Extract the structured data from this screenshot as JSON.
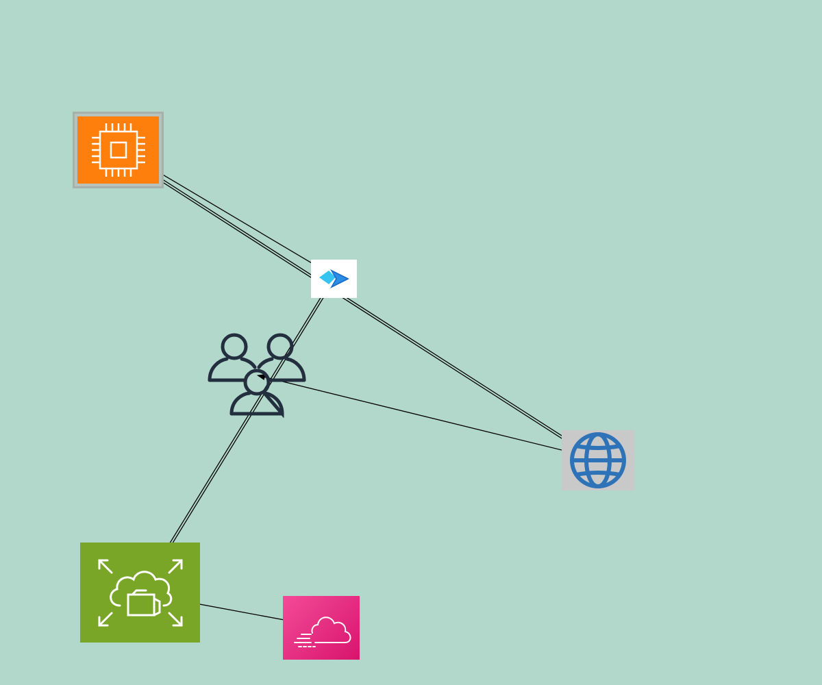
{
  "diagram": {
    "background": "#b1d8ca",
    "edge_color": "#000000",
    "nodes": [
      {
        "id": "ec2",
        "icon": "ec2-compute-chip-icon",
        "color": "#ff7f0c"
      },
      {
        "id": "pipeline",
        "icon": "pipeline-chevron-icon",
        "color": "#1b6cc9"
      },
      {
        "id": "users",
        "icon": "users-group-icon",
        "color": "#232f3e"
      },
      {
        "id": "internet",
        "icon": "globe-icon",
        "color": "#2e73b8"
      },
      {
        "id": "autoscaling",
        "icon": "auto-scaling-cloud-icon",
        "color": "#7aa628"
      },
      {
        "id": "cloudfront",
        "icon": "cloudfront-cloud-icon",
        "color": "#e7157b"
      }
    ],
    "edges": [
      {
        "from": "pipeline",
        "to": "ec2"
      },
      {
        "from": "internet",
        "to": "ec2"
      },
      {
        "from": "internet",
        "to": "users"
      },
      {
        "from": "ec2",
        "to": "internet"
      },
      {
        "from": "autoscaling",
        "to": "pipeline"
      },
      {
        "from": "pipeline",
        "to": "autoscaling"
      },
      {
        "from": "cloudfront",
        "to": "autoscaling"
      }
    ]
  }
}
